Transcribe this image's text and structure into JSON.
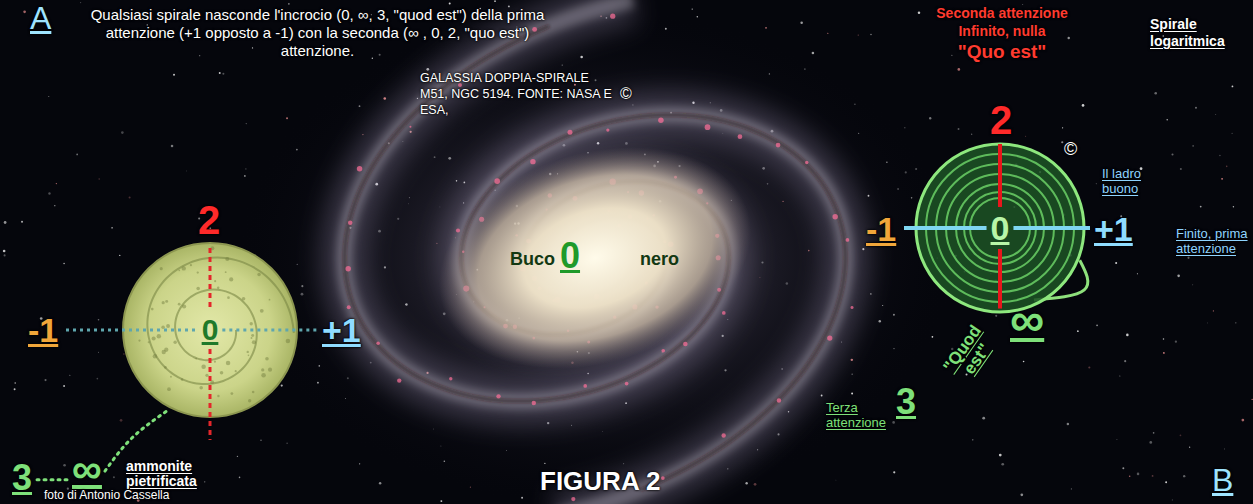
{
  "diagram": {
    "title": "Qualsiasi spirale nasconde l'incrocio (0, ∞, 3, \"quod est\") della prima attenzione (+1 opposto a -1) con la seconda (∞ , 0, 2, \"quo est\") attenzione.",
    "caption": "FIGURA 2",
    "nodes": [
      {
        "text": [
          "0"
        ]
      },
      {
        "text": [
          "0"
        ]
      }
    ],
    "labels": [
      "A",
      "Seconda attenzione",
      "Infinito, nulla",
      "\"Quo est\"",
      "Spirale logaritmica",
      "GALASSIA DOPPIA-SPIRALE M51, NGC 5194. FONTE: NASA E ESA,",
      "©",
      "2",
      "©",
      "Il ladro buono",
      "-1",
      "+1",
      "Finito, prima attenzione",
      "2",
      "Buco",
      "0",
      "nero",
      "-1",
      "+1",
      "∞",
      "\"Quod est\"",
      "3",
      "Terza attenzione",
      "3",
      "∞",
      "ammonite pietrificata",
      "foto di Antonio Cassella",
      "B"
    ]
  }
}
